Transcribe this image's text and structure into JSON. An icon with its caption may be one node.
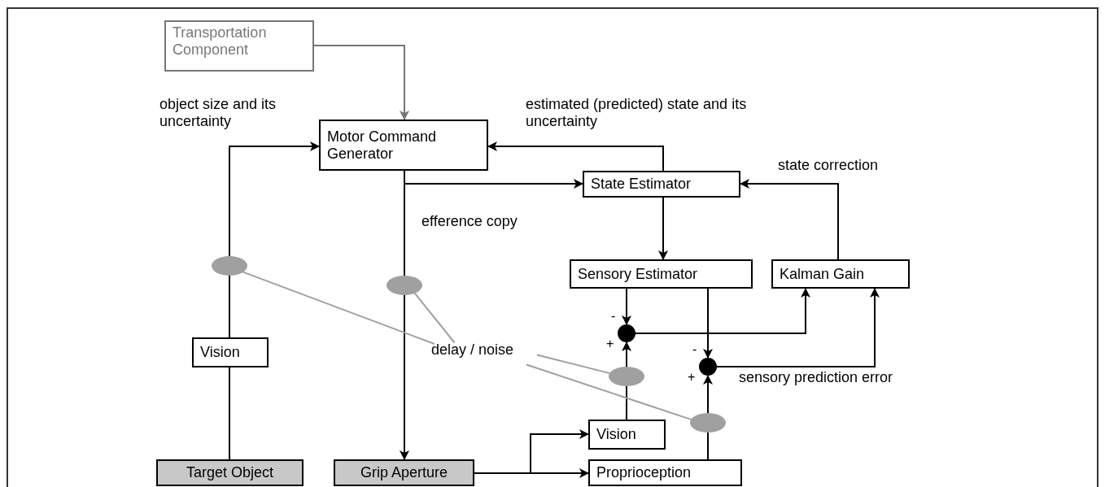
{
  "diagram": {
    "nodes": [
      {
        "text": [
          "Transportation Component"
        ]
      },
      {
        "text": [
          "Motor Command Generator"
        ]
      },
      {
        "text": [
          "State Estimator"
        ]
      },
      {
        "text": [
          "Sensory Estimator"
        ]
      },
      {
        "text": [
          "Kalman Gain"
        ]
      },
      {
        "text": [
          "Vision"
        ]
      },
      {
        "text": [
          "Target Object"
        ]
      },
      {
        "text": [
          "Grip Aperture"
        ]
      },
      {
        "text": [
          "Vision"
        ]
      },
      {
        "text": [
          "Proprioception"
        ]
      },
      {
        "text": [],
        "shape": "circle"
      },
      {
        "text": [],
        "shape": "circle"
      },
      {
        "text": [],
        "shape": "ellipse"
      },
      {
        "text": [],
        "shape": "ellipse"
      },
      {
        "text": [],
        "shape": "ellipse"
      },
      {
        "text": [],
        "shape": "ellipse"
      },
      {
        "text": [
          "delay / noise"
        ]
      }
    ],
    "edges": [
      {
        "from": 0,
        "to": 1,
        "arrow": "to",
        "color": "#777777"
      },
      {
        "from": 12,
        "to": 1,
        "arrow": "to",
        "label": "object size and its uncertainty"
      },
      {
        "from": 5,
        "to": 12,
        "arrow": "none"
      },
      {
        "from": 6,
        "to": 5,
        "arrow": "none"
      },
      {
        "from": 2,
        "to": 1,
        "arrow": "to",
        "label": "estimated (predicted) state and its uncertainty"
      },
      {
        "from": 1,
        "to": 2,
        "arrow": "to",
        "label": "efference copy"
      },
      {
        "from": 2,
        "to": 3,
        "arrow": "to"
      },
      {
        "from": 3,
        "to": 10,
        "arrow": "to"
      },
      {
        "from": 3,
        "to": 11,
        "arrow": "to"
      },
      {
        "from": 10,
        "to": 4,
        "arrow": "to"
      },
      {
        "from": 11,
        "to": 4,
        "arrow": "to",
        "label": "sensory prediction error"
      },
      {
        "from": 4,
        "to": 2,
        "arrow": "to",
        "label": "state correction"
      },
      {
        "from": 7,
        "to": 8,
        "arrow": "to"
      },
      {
        "from": 7,
        "to": 9,
        "arrow": "to"
      },
      {
        "from": 8,
        "to": 14,
        "arrow": "none"
      },
      {
        "from": 14,
        "to": 10,
        "arrow": "to"
      },
      {
        "from": 9,
        "to": 15,
        "arrow": "none"
      },
      {
        "from": 15,
        "to": 11,
        "arrow": "to"
      },
      {
        "from": 1,
        "to": 13,
        "arrow": "none"
      },
      {
        "from": 13,
        "to": 7,
        "arrow": "to"
      },
      {
        "from": 16,
        "to": 12,
        "arrow": "none",
        "color": "#a0a0a0"
      },
      {
        "from": 16,
        "to": 13,
        "arrow": "none",
        "color": "#a0a0a0"
      },
      {
        "from": 16,
        "to": 14,
        "arrow": "none",
        "color": "#a0a0a0"
      },
      {
        "from": 16,
        "to": 15,
        "arrow": "none",
        "color": "#a0a0a0"
      }
    ],
    "labels": [
      "-",
      "+",
      "-",
      "+"
    ]
  }
}
